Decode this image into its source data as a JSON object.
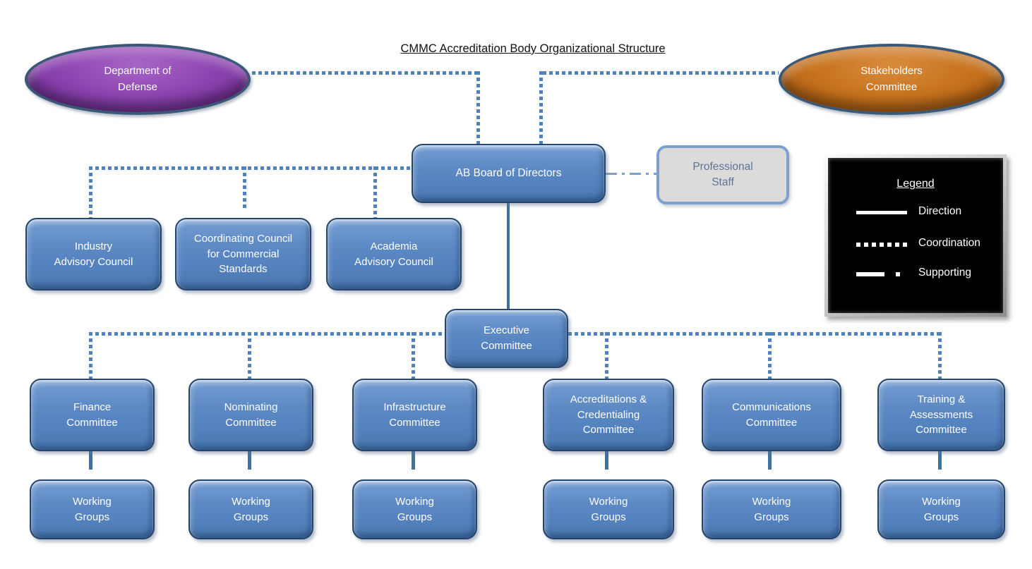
{
  "title": "CMMC Accreditation Body Organizational Structure",
  "colors": {
    "connector_dotted": "#4F81BD",
    "connector_solid": "#41719C",
    "connector_dashdot": "#7DA1CC",
    "node_blue": "#5382BF",
    "node_purple": "#7B35A0",
    "node_orange": "#B76414",
    "node_gray_fill": "#DBDBDB",
    "node_gray_border": "#7DA1CC",
    "legend_bg": "#000000",
    "legend_text": "#FFFFFF"
  },
  "nodes": {
    "dod": {
      "label": "Department of\nDefense"
    },
    "stakeholders": {
      "label": "Stakeholders\nCommittee"
    },
    "board": {
      "label": "AB Board of Directors"
    },
    "staff": {
      "label": "Professional\nStaff"
    },
    "councils": [
      {
        "label": "Industry\nAdvisory Council"
      },
      {
        "label": "Coordinating Council\nfor Commercial\nStandards"
      },
      {
        "label": "Academia\nAdvisory Council"
      }
    ],
    "executive": {
      "label": "Executive\nCommittee"
    },
    "committees": [
      {
        "label": "Finance\nCommittee"
      },
      {
        "label": "Nominating\nCommittee"
      },
      {
        "label": "Infrastructure\nCommittee"
      },
      {
        "label": "Accreditations &\nCredentialing\nCommittee"
      },
      {
        "label": "Communications\nCommittee"
      },
      {
        "label": "Training &\nAssessments\nCommittee"
      }
    ],
    "working_groups": [
      {
        "label": "Working\nGroups"
      },
      {
        "label": "Working\nGroups"
      },
      {
        "label": "Working\nGroups"
      },
      {
        "label": "Working\nGroups"
      },
      {
        "label": "Working\nGroups"
      },
      {
        "label": "Working\nGroups"
      }
    ]
  },
  "legend": {
    "title": "Legend",
    "items": [
      {
        "line_style": "solid",
        "label": "Direction"
      },
      {
        "line_style": "dotted",
        "label": "Coordination"
      },
      {
        "line_style": "dash-dot",
        "label": "Supporting"
      }
    ]
  }
}
